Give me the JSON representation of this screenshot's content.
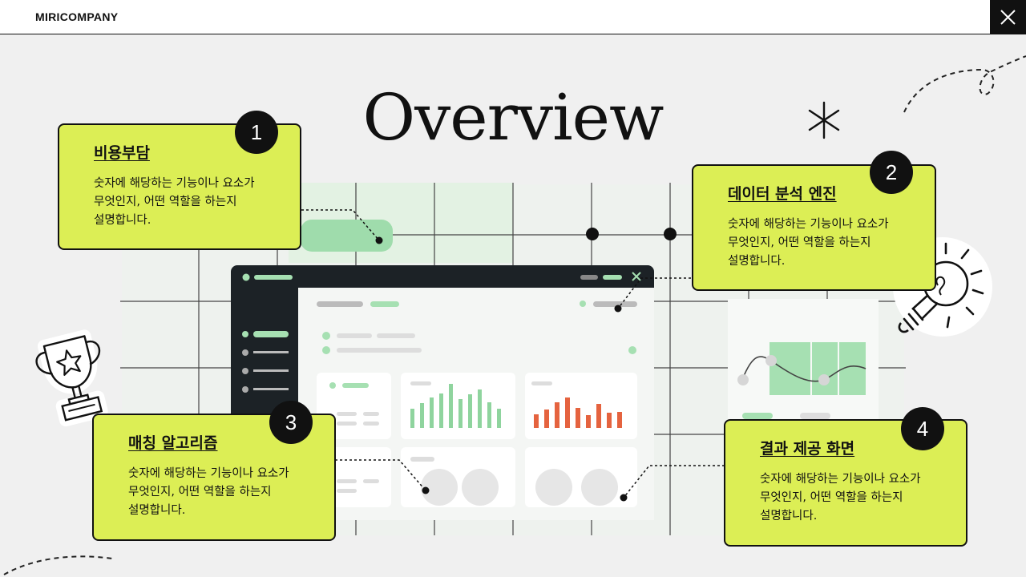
{
  "header": {
    "brand": "MIRICOMPANY"
  },
  "title": "Overview",
  "cards": [
    {
      "number": "1",
      "title": "비용부담",
      "desc": "숫자에 해당하는 기능이나 요소가\n무엇인지, 어떤 역할을 하는지\n설명합니다."
    },
    {
      "number": "2",
      "title": "데이터 분석 엔진",
      "desc": "숫자에 해당하는 기능이나 요소가\n무엇인지, 어떤 역할을 하는지\n설명합니다."
    },
    {
      "number": "3",
      "title": "매칭 알고리즘",
      "desc": "숫자에 해당하는 기능이나 요소가\n무엇인지, 어떤 역할을 하는지\n설명합니다."
    },
    {
      "number": "4",
      "title": "결과 제공 화면",
      "desc": "숫자에 해당하는 기능이나 요소가\n무엇인지, 어떤 역할을 하는지\n설명합니다."
    }
  ],
  "colors": {
    "accent": "#dcee55",
    "dark": "#111111",
    "bar_green": "#8fd49e",
    "bar_red": "#e5633f"
  },
  "icons": [
    "close-icon",
    "trophy-icon",
    "lightbulb-icon",
    "sparkle-icon"
  ]
}
